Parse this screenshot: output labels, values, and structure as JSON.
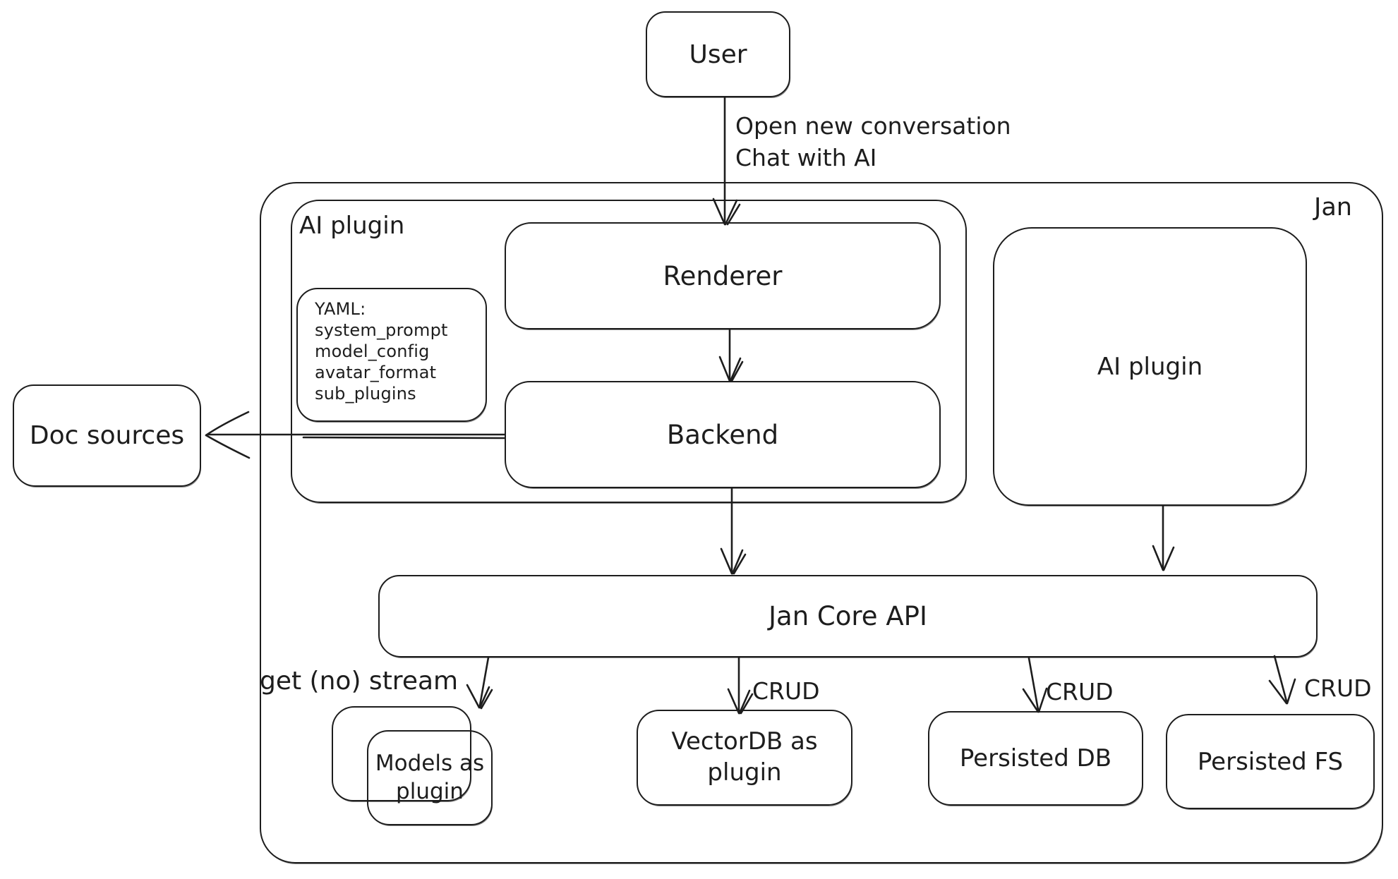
{
  "diagram": {
    "colors": {
      "stroke": "#1d1d1d",
      "background": "#ffffff"
    },
    "nodes": {
      "user": "User",
      "jan_container": "Jan",
      "ai_plugin_container": "AI plugin",
      "renderer": "Renderer",
      "backend": "Backend",
      "yaml_note": "YAML:\nsystem_prompt\nmodel_config\navatar_format\nsub_plugins",
      "doc_sources": "Doc sources",
      "ai_plugin_right": "AI plugin",
      "jan_core_api": "Jan Core API",
      "models_plugin": "Models as\nplugin",
      "vectordb_plugin": "VectorDB as\nplugin",
      "persisted_db": "Persisted DB",
      "persisted_fs": "Persisted FS"
    },
    "edges": {
      "user_action": "Open new conversation\nChat with AI",
      "get_stream": "get (no) stream",
      "crud_vectordb": "CRUD",
      "crud_persisted_db": "CRUD",
      "crud_persisted_fs": "CRUD"
    }
  }
}
